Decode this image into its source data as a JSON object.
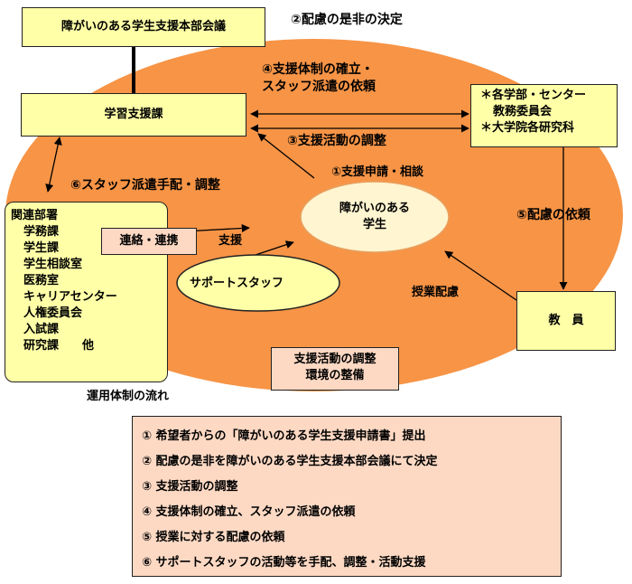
{
  "boxes": {
    "council": "障がいのある学生支援本部会議",
    "support_section": "学習支援課",
    "faculties": [
      "＊各学部・センター",
      "教務委員会",
      "＊大学院各研究科"
    ],
    "teacher": "教　員",
    "related_title": "関連部署",
    "related_items": [
      "学務課",
      "学生課",
      "学生相談室",
      "医務室",
      "キャリアセンター",
      "人権委員会",
      "入試課",
      "研究課　　他"
    ],
    "liaison": "連絡・連携",
    "student": [
      "障がいのある",
      "学生"
    ],
    "support_staff": "サポートスタッフ",
    "coordination": [
      "支援活動の調整",
      "環境の整備"
    ]
  },
  "labels": {
    "step2": "②配慮の是非の決定",
    "step4": [
      "④支援体制の確立・",
      "スタッフ派遣の依頼"
    ],
    "step3": "③支援活動の調整",
    "step1": "①支援申請・相談",
    "step6": "⑥スタッフ派遣手配・調整",
    "step5": "⑤配慮の依頼",
    "support": "支援",
    "class_care": "授業配慮",
    "operation_flow": "運用体制の流れ"
  },
  "legend": [
    "①  希望者からの「障がいのある学生支援申請書」提出",
    "②  配慮の是非を障がいのある学生支援本部会議にて決定",
    "③  支援活動の調整",
    "④  支援体制の確立、スタッフ派遣の依頼",
    "⑤  授業に対する配慮の依頼",
    "⑥  サポートスタッフの活動等を手配、調整・活動支援"
  ],
  "colors": {
    "ellipse": "#f79446",
    "box_yellow": "#ffffa8",
    "box_peach": "#fdd9c4",
    "student_fill": "#fff5d0"
  }
}
